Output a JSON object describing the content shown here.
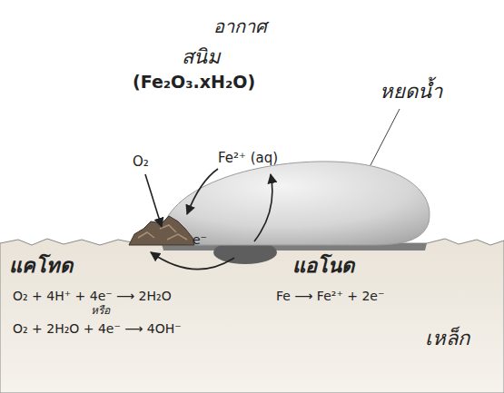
{
  "diagram": {
    "labels": [
      "อากาศ",
      "สนิม",
      "(Fe₂O₃.xH₂O)",
      "หยดน้ำ",
      "O₂",
      "Fe²⁺ (aq)",
      "e⁻",
      "แคโทด",
      "แอโนด",
      "O₂ + 4H⁺ + 4e⁻ ⟶ 2H₂O",
      "Fe ⟶ Fe²⁺ + 2e⁻",
      "หรือ",
      "O₂ + 2H₂O + 4e⁻ ⟶ 4OH⁻",
      "เหล็ก"
    ]
  }
}
